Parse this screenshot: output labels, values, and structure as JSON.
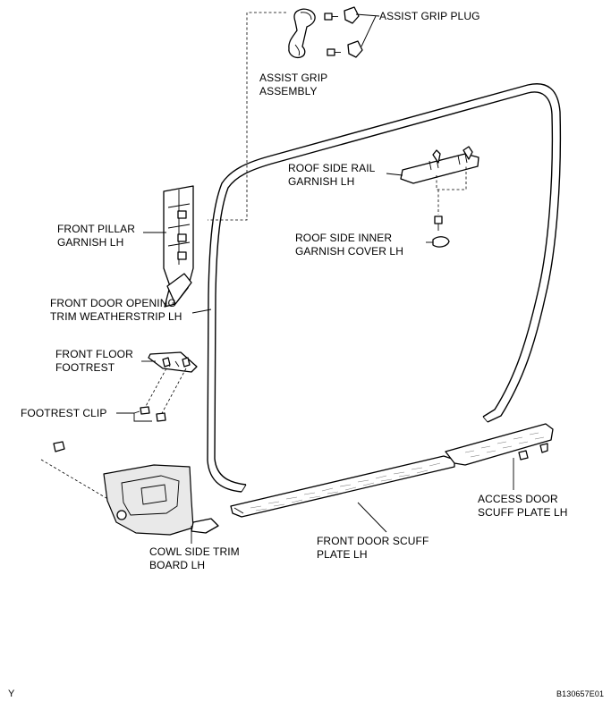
{
  "labels": {
    "assist_grip_plug": "ASSIST GRIP PLUG",
    "assist_grip_assembly_1": "ASSIST GRIP",
    "assist_grip_assembly_2": "ASSEMBLY",
    "roof_side_rail_garnish_1": "ROOF SIDE RAIL",
    "roof_side_rail_garnish_2": "GARNISH LH",
    "front_pillar_garnish_1": "FRONT PILLAR",
    "front_pillar_garnish_2": "GARNISH LH",
    "roof_side_inner_cover_1": "ROOF SIDE INNER",
    "roof_side_inner_cover_2": "GARNISH COVER LH",
    "weatherstrip_1": "FRONT DOOR OPENING",
    "weatherstrip_2": "TRIM WEATHERSTRIP LH",
    "front_floor_footrest_1": "FRONT FLOOR",
    "front_floor_footrest_2": "FOOTREST",
    "footrest_clip": "FOOTREST CLIP",
    "access_door_scuff_1": "ACCESS DOOR",
    "access_door_scuff_2": "SCUFF PLATE LH",
    "front_door_scuff_1": "FRONT DOOR SCUFF",
    "front_door_scuff_2": "PLATE LH",
    "cowl_side_trim_1": "COWL SIDE TRIM",
    "cowl_side_trim_2": "BOARD LH"
  },
  "footer": {
    "left_code": "Y",
    "right_code": "B130657E01"
  }
}
